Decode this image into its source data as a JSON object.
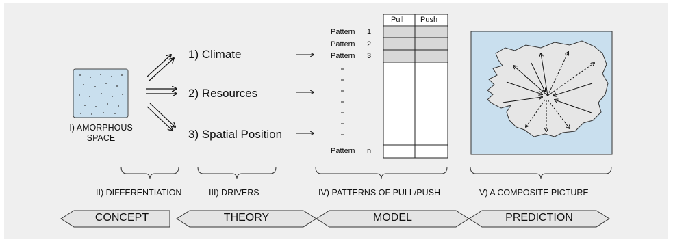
{
  "concept_space": {
    "label_line1": "I) AMORPHOUS",
    "label_line2": "SPACE"
  },
  "drivers": {
    "climate": "1) Climate",
    "resources": "2) Resources",
    "spatial": "3) Spatial Position"
  },
  "model_table": {
    "col_pull": "Pull",
    "col_push": "Push",
    "rows": [
      {
        "label": "Pattern",
        "num": "1"
      },
      {
        "label": "Pattern",
        "num": "2"
      },
      {
        "label": "Pattern",
        "num": "3"
      }
    ],
    "last_row": {
      "label": "Pattern",
      "num": "n"
    }
  },
  "captions": {
    "differentiation": "II) DIFFERENTIATION",
    "drivers": "III) DRIVERS",
    "patterns": "IV) PATTERNS OF PULL/PUSH",
    "composite": "V)  A COMPOSITE PICTURE"
  },
  "stages": [
    "CONCEPT",
    "THEORY",
    "MODEL",
    "PREDICTION"
  ],
  "colors": {
    "panel": "#efefef",
    "light_blue": "#c9dfee",
    "cell_gray": "#d8d8d8",
    "land": "#e6e6e6"
  }
}
